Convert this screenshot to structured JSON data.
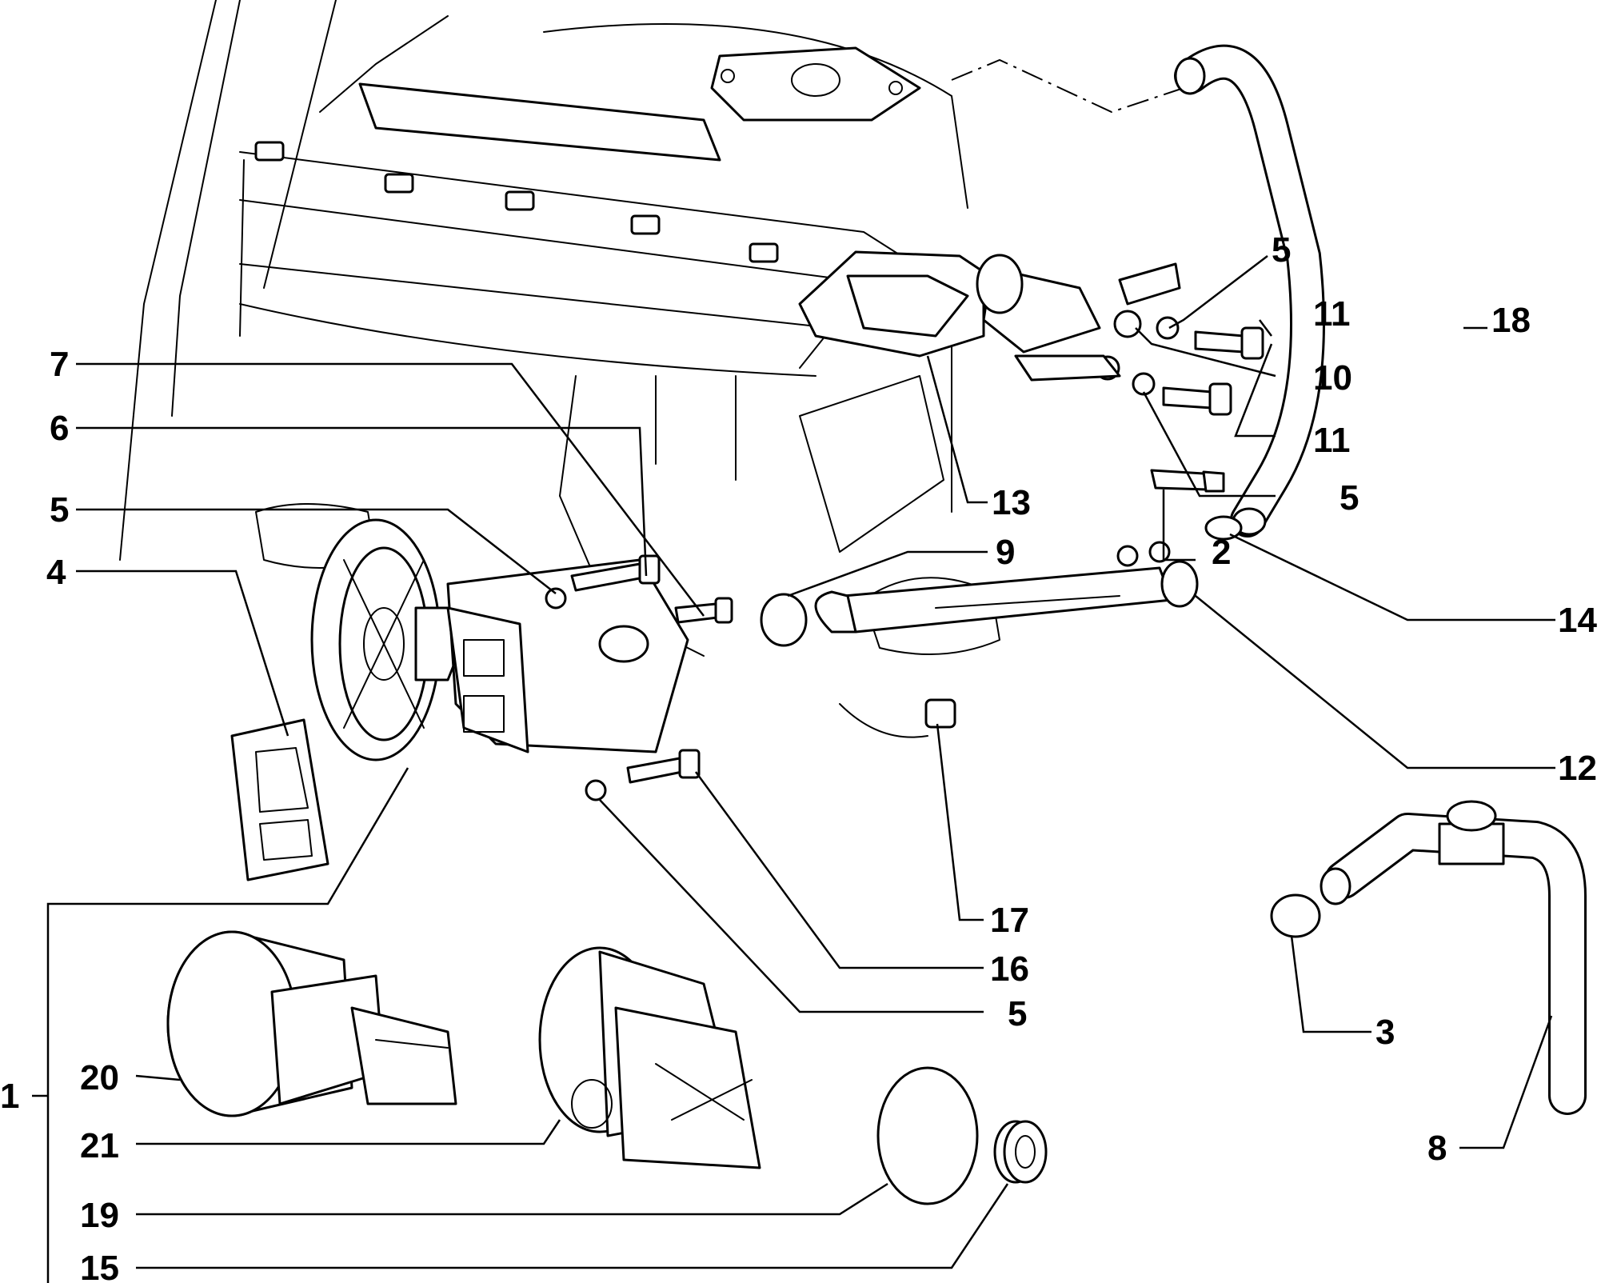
{
  "callouts": {
    "c1": "1",
    "c2": "2",
    "c3": "3",
    "c4": "4",
    "c5a": "5",
    "c5b": "5",
    "c5c": "5",
    "c5d": "5",
    "c6": "6",
    "c7": "7",
    "c8": "8",
    "c9": "9",
    "c10": "10",
    "c11a": "11",
    "c11b": "11",
    "c12": "12",
    "c13": "13",
    "c14": "14",
    "c15": "15",
    "c16": "16",
    "c17": "17",
    "c18": "18",
    "c19": "19",
    "c20": "20",
    "c21": "21"
  },
  "colors": {
    "ink": "#000000",
    "paper": "#ffffff"
  }
}
